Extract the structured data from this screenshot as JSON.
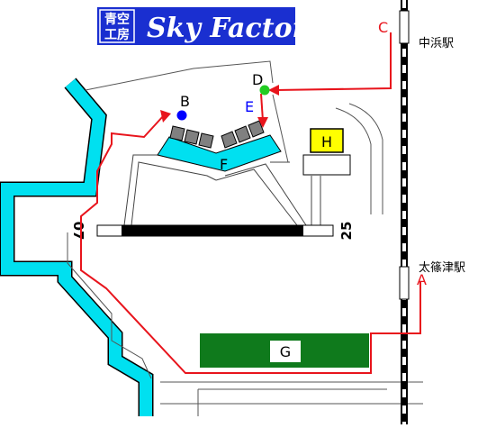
{
  "logo": {
    "kanji_top": "青空",
    "kanji_bottom": "工房",
    "title": "Sky Factory",
    "bg_color": "#1a2fd0"
  },
  "stations": {
    "north": "中浜駅",
    "south": "太篠津駅"
  },
  "points": {
    "A": "A",
    "B": "B",
    "C": "C",
    "D": "D",
    "E": "E",
    "F": "F",
    "G": "G",
    "H": "H"
  },
  "runway": {
    "left_end": "07",
    "right_end": "25"
  },
  "colors": {
    "route": "#e8141c",
    "water": "#00e0f0",
    "field": "#0f7a1c",
    "helipad": "#ffff00",
    "point_b": "#0000ff",
    "point_d": "#22cc22",
    "label_e": "#0000ff",
    "rail": "#000000"
  },
  "icons": {
    "point_b": "blue-dot",
    "point_d": "green-dot",
    "railway": "railway-track"
  }
}
